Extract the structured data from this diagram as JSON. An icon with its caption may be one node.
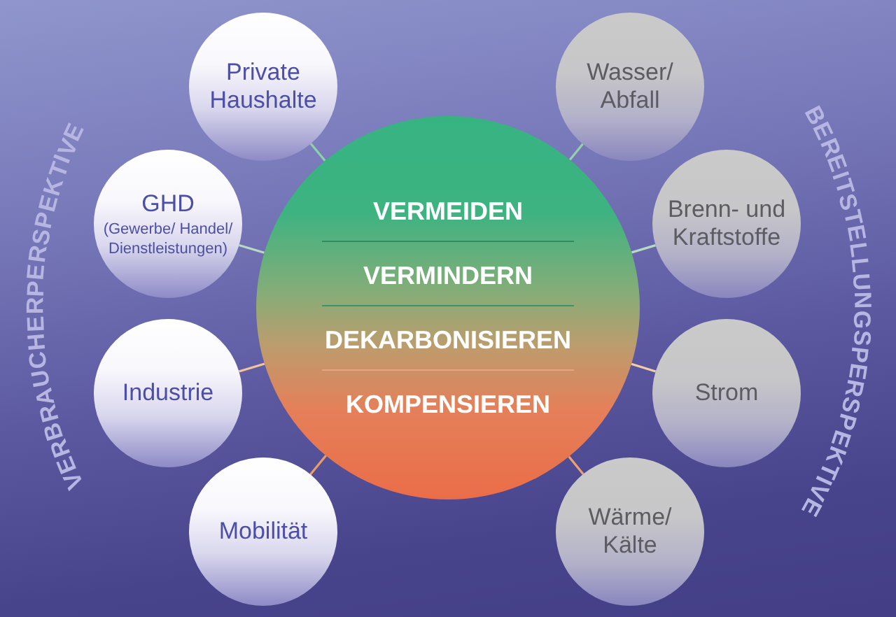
{
  "diagram": {
    "nodes": [
      {
        "text": [
          "Private Haushalte"
        ]
      },
      {
        "text": [
          "Wasser/ Abfall"
        ]
      },
      {
        "text": [
          "GHD",
          "(Gewerbe/ Handel/ Dienstleistungen)"
        ]
      },
      {
        "text": [
          "VERMEIDEN",
          "VERMINDERN",
          "DEKARBONISIEREN",
          "KOMPENSIEREN"
        ]
      },
      {
        "text": [
          "Brenn- und Kraftstoffe"
        ]
      },
      {
        "text": [
          "Industrie"
        ]
      },
      {
        "text": [
          "Strom"
        ]
      },
      {
        "text": [
          "Mobilität"
        ]
      },
      {
        "text": [
          "Wärme/ Kälte"
        ]
      }
    ],
    "edges": [
      {
        "from": 0,
        "to": 3,
        "arrow": "none",
        "color": "#8fcfae"
      },
      {
        "from": 1,
        "to": 3,
        "arrow": "none",
        "color": "#93d2ac"
      },
      {
        "from": 2,
        "to": 3,
        "arrow": "none",
        "color": "#b9d9c4"
      },
      {
        "from": 4,
        "to": 3,
        "arrow": "none",
        "color": "#b3dcc0"
      },
      {
        "from": 5,
        "to": 3,
        "arrow": "none",
        "color": "#f2c69a"
      },
      {
        "from": 6,
        "to": 3,
        "arrow": "none",
        "color": "#f4cda6"
      },
      {
        "from": 7,
        "to": 3,
        "arrow": "none",
        "color": "#ec9c68"
      },
      {
        "from": 8,
        "to": 3,
        "arrow": "none",
        "color": "#eea274"
      }
    ],
    "labels": [
      "VERBRAUCHERPERSPEKTIVE",
      "BEREITSTELLUNGSPERSPEKTIVE"
    ]
  }
}
